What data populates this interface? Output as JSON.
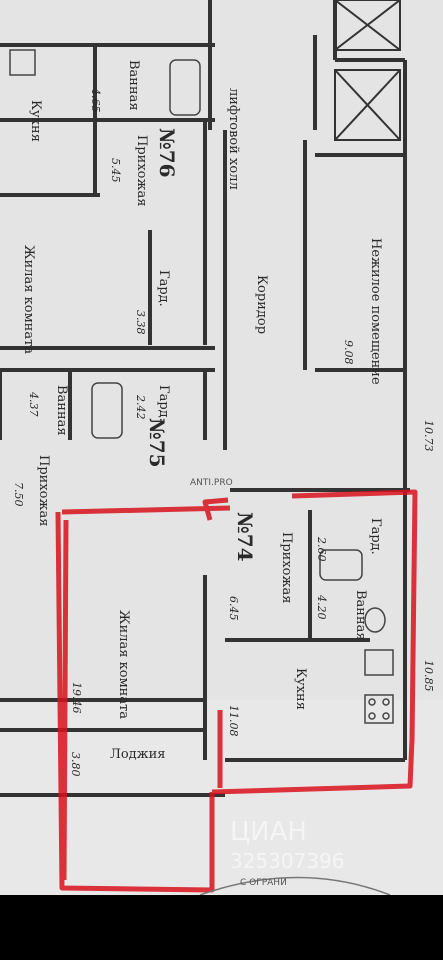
{
  "rooms": {
    "lift_hall": "лифтовой холл",
    "apt76": {
      "number": "№76",
      "bathroom": "Ванная",
      "bathroom_area": "4.65",
      "kitchen": "Кухня",
      "kitchen_area": "5.45",
      "hall": "Прихожая",
      "living": "Жилая комната",
      "wardrobe": "Гард.",
      "wardrobe_area": "3.38"
    },
    "corridor": "Коридор",
    "non_residential": "Нежилое помещение",
    "non_residential_area": "9.08",
    "right_area_1": "10.73",
    "right_area_2": "10.85",
    "apt75": {
      "number": "№75",
      "bathroom": "Ванная",
      "bathroom_area": "4.37",
      "hall": "Прихожая",
      "hall_area": "7.50",
      "wardrobe": "Гард.",
      "wardrobe_area": "2.42"
    },
    "apt74": {
      "number": "№74",
      "wardrobe": "Гард.",
      "wardrobe_area": "2.60",
      "hall": "Прихожая",
      "hall_area": "6.45",
      "bathroom": "Ванная",
      "bathroom_area": "4.20",
      "kitchen": "Кухня",
      "kitchen_area": "11.08",
      "living": "Жилая комната",
      "living_area": "19.46",
      "loggia": "Лоджия",
      "loggia_area": "3.80"
    }
  },
  "watermarks": {
    "brand": "ЦИАН",
    "phone": "325307396",
    "stamp": "ANTI.PRO",
    "seal": "С ОГРАНИ"
  },
  "colors": {
    "paper": "#e4e4e4",
    "wall": "#333333",
    "highlight": "#d8121c",
    "background": "#000000"
  }
}
